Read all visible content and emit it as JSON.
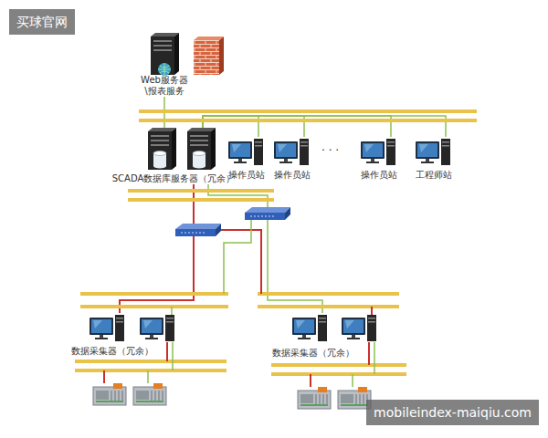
{
  "diagram": {
    "nodes": [
      {
        "text": [
          "Web服务器 \\报表服务"
        ]
      },
      {
        "text": [
          "SCADA数据库服务器（冗余）"
        ]
      },
      {
        "text": [
          "操作员站"
        ]
      },
      {
        "text": [
          "操作员站"
        ]
      },
      {
        "text": [
          "操作员站"
        ]
      },
      {
        "text": [
          "工程师站"
        ]
      },
      {
        "text": [
          "数据采集器（冗余）"
        ]
      },
      {
        "text": [
          "数据采集器（冗余）"
        ]
      }
    ],
    "edges": [
      {
        "from": 0,
        "to": 1,
        "arrow": "none"
      },
      {
        "from": 1,
        "to": 2,
        "arrow": "none"
      },
      {
        "from": 1,
        "to": 3,
        "arrow": "none"
      },
      {
        "from": 1,
        "to": 4,
        "arrow": "none"
      },
      {
        "from": 1,
        "to": 5,
        "arrow": "none"
      },
      {
        "from": 1,
        "to": 6,
        "arrow": "none"
      },
      {
        "from": 1,
        "to": 7,
        "arrow": "none"
      }
    ],
    "labels": [
      "买球官网",
      "· · ·",
      "mobileindex-maiqiu.com"
    ]
  }
}
